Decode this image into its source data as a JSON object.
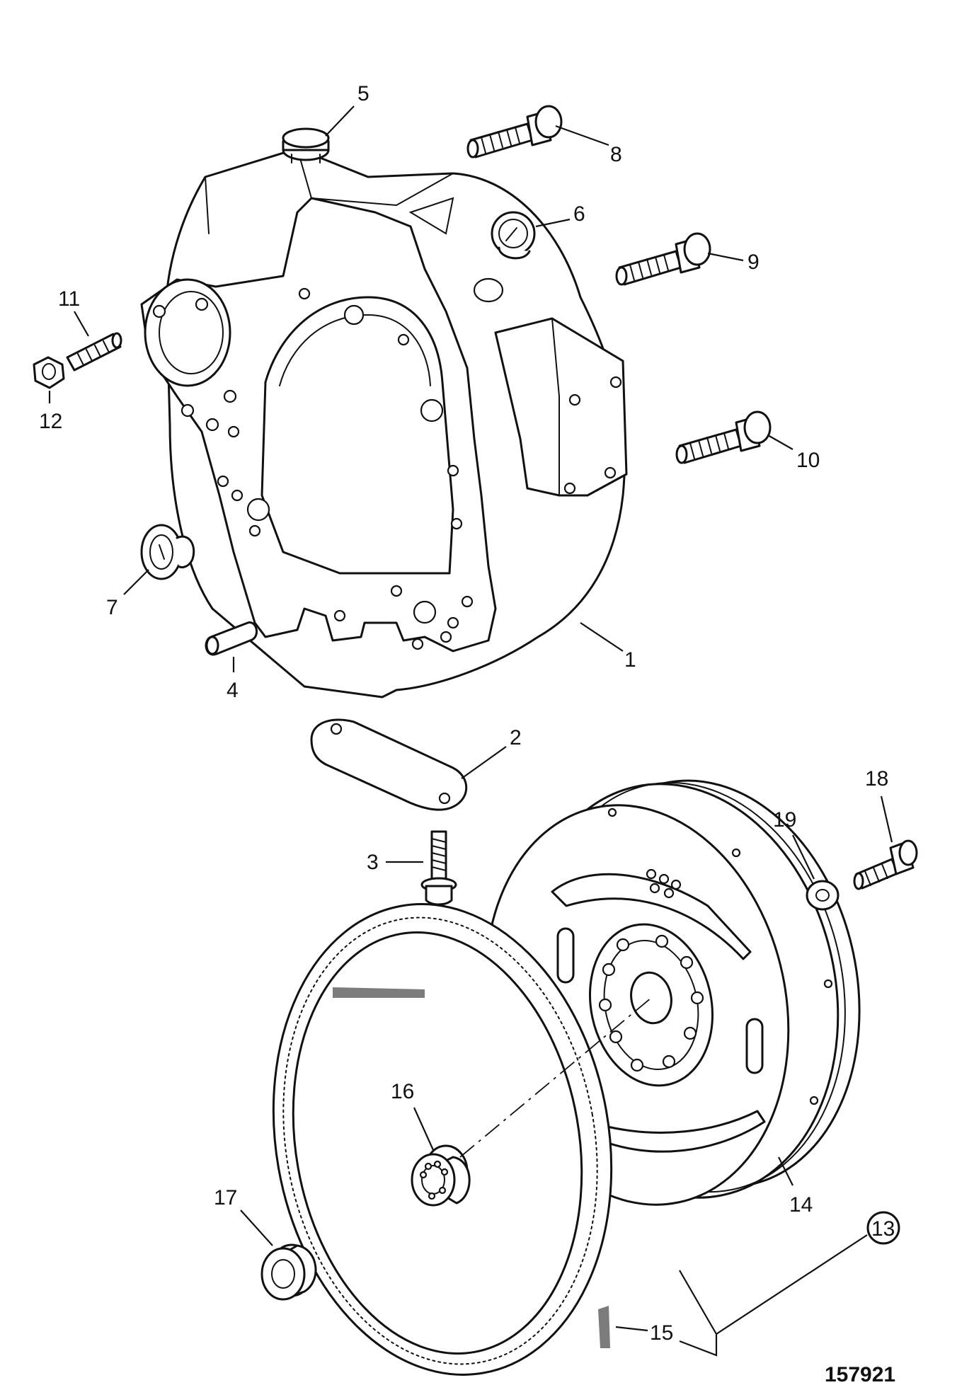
{
  "callouts": {
    "c1": "1",
    "c2": "2",
    "c3": "3",
    "c4": "4",
    "c5": "5",
    "c6": "6",
    "c7": "7",
    "c8": "8",
    "c9": "9",
    "c10": "10",
    "c11": "11",
    "c12": "12",
    "c13": "13",
    "c14": "14",
    "c15": "15",
    "c16": "16",
    "c17": "17",
    "c18": "18",
    "c19": "19"
  },
  "figure_number": "157921"
}
